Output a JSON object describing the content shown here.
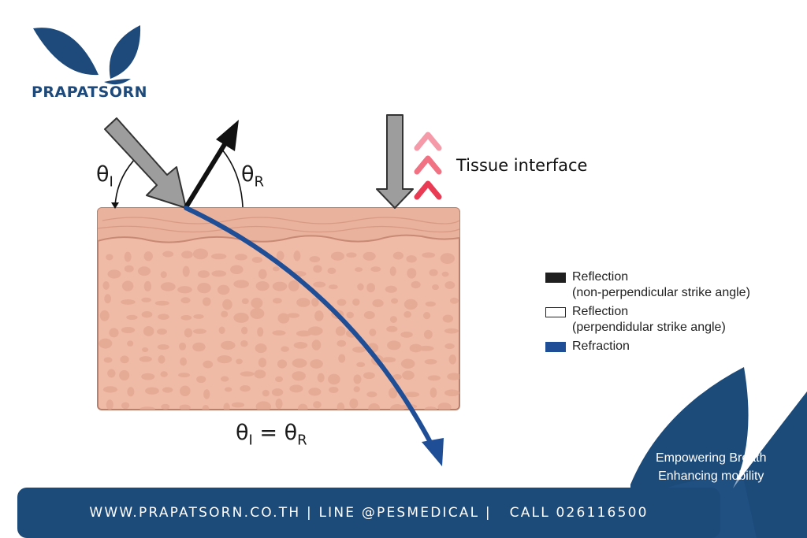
{
  "brand": {
    "name": "PRAPATSORN"
  },
  "diagram": {
    "incident_angle_label": "θ",
    "incident_angle_sub": "I",
    "reflected_angle_label": "θ",
    "reflected_angle_sub": "R",
    "equation_left": "θ",
    "equation_left_sub": "I",
    "equation_mid": " = θ",
    "equation_right_sub": "R",
    "tissue_label": "Tissue interface"
  },
  "legend": {
    "items": [
      {
        "label": "Reflection\n(non-perpendicular strike angle)",
        "color": "#1f1f1f"
      },
      {
        "label": "Reflection\n(perpendidular strike angle)",
        "color": "#ffffff"
      },
      {
        "label": "Refraction",
        "color": "#1f4e96"
      }
    ]
  },
  "tagline": {
    "line1": "Empowering Breath",
    "line2": "Enhancing mobility"
  },
  "footer": {
    "text": "WWW.PRAPATSORN.CO.TH | LINE @PESMEDICAL |   CALL 026116500"
  },
  "colors": {
    "brand_blue": "#1c4a79",
    "tissue_top": "#eab59f",
    "tissue_body": "#efbba7",
    "refraction": "#1f4e96",
    "chevron_light": "#f49aa8",
    "chevron_dark": "#ea3b55"
  }
}
